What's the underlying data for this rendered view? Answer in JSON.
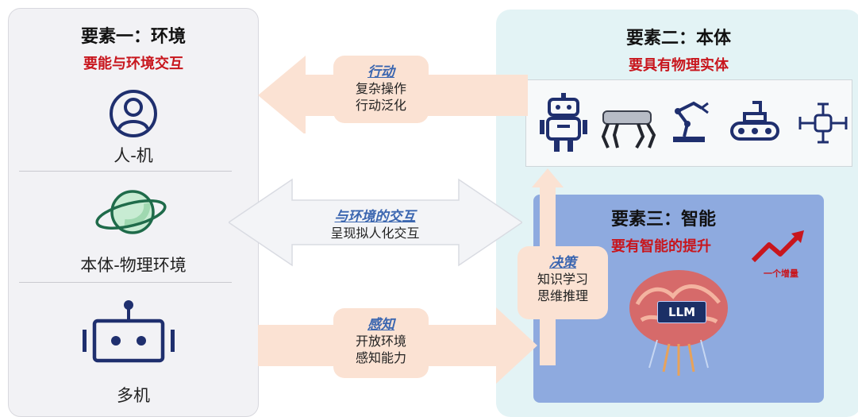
{
  "left_panel": {
    "title": "要素一：环境",
    "subtitle": "要能与环境交互",
    "items": [
      {
        "label": "人-机",
        "icon": "user-icon"
      },
      {
        "label": "本体-物理环境",
        "icon": "planet-icon"
      },
      {
        "label": "多机",
        "icon": "bot-icon"
      }
    ]
  },
  "right_panel": {
    "title": "要素二：本体",
    "subtitle": "要具有物理实体",
    "robots": [
      "humanoid-robot-icon",
      "quadruped-robot-icon",
      "robot-arm-icon",
      "tracked-robot-icon",
      "drone-icon"
    ]
  },
  "intelligence": {
    "title": "要素三：智能",
    "subtitle": "要有智能的提升",
    "increment_label": "一个增量",
    "llm_label": "LLM"
  },
  "arrows": {
    "action": {
      "title": "行动",
      "lines": [
        "复杂操作",
        "行动泛化"
      ]
    },
    "interaction": {
      "title": "与环境的交互",
      "lines": [
        "呈现拟人化交互"
      ]
    },
    "perception": {
      "title": "感知",
      "lines": [
        "开放环境",
        "感知能力"
      ]
    },
    "decision": {
      "title": "决策",
      "lines": [
        "知识学习",
        "思维推理"
      ]
    }
  },
  "colors": {
    "accent_red": "#c8161d",
    "arrow_fill": "#fbe2d3",
    "title_blue": "#3b66b0",
    "icon_navy": "#1f2f6e",
    "planet_green": "#1f6b4a"
  }
}
